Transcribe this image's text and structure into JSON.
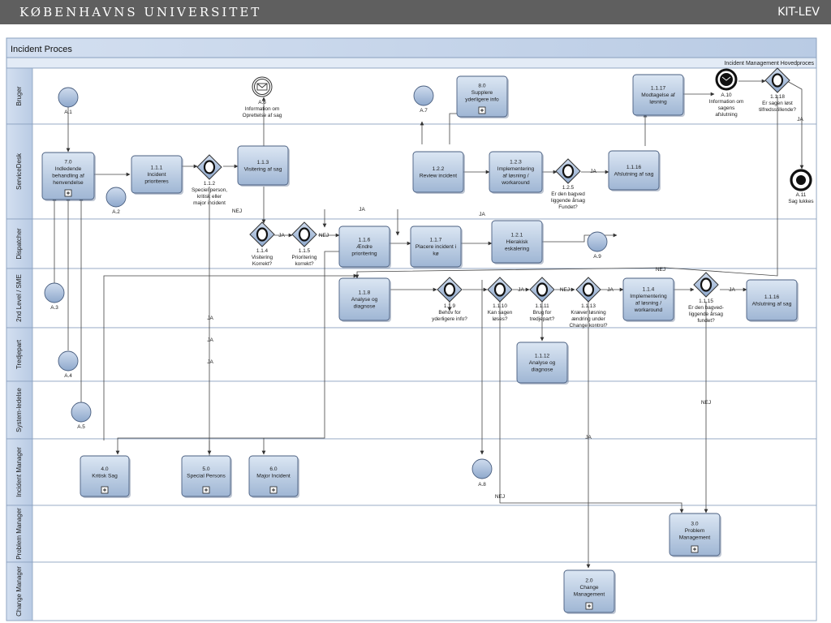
{
  "header": {
    "university": "KØBENHAVNS UNIVERSITET",
    "unit": "KIT-LEV"
  },
  "pool": {
    "title": "Incident Proces",
    "subtitle": "Incident Management Hovedproces"
  },
  "lanes": [
    {
      "id": "bruger",
      "label": "Bruger"
    },
    {
      "id": "servicedesk",
      "label": "ServiceDesk"
    },
    {
      "id": "dispatcher",
      "label": "Dispatcher"
    },
    {
      "id": "second",
      "label": "2nd Level / SME"
    },
    {
      "id": "tredje",
      "label": "Tredjepart"
    },
    {
      "id": "system",
      "label": "System-ledelse"
    },
    {
      "id": "incmgr",
      "label": "Incident Manager"
    },
    {
      "id": "probmgr",
      "label": "Problem Manager"
    },
    {
      "id": "chgmgr",
      "label": "Change Manager"
    }
  ],
  "tasks": [
    {
      "id": "t70",
      "lines": [
        "7.0",
        "Indledende",
        "behandling af",
        "henvendelse"
      ],
      "sub": true
    },
    {
      "id": "t111",
      "lines": [
        "1.1.1",
        "Incident",
        "prioriteres"
      ]
    },
    {
      "id": "t113",
      "lines": [
        "1.1.3",
        "Visitering af sag"
      ]
    },
    {
      "id": "t80",
      "lines": [
        "8.0",
        "Supplere",
        "yderligere info"
      ],
      "sub": true
    },
    {
      "id": "t122",
      "lines": [
        "1.2.2",
        "Review incident"
      ]
    },
    {
      "id": "t123",
      "lines": [
        "1.2.3",
        "Implementering",
        "af løsning /",
        "workaround"
      ]
    },
    {
      "id": "t1116a",
      "lines": [
        "1.1.16",
        "Afslutning af sag"
      ]
    },
    {
      "id": "t1117",
      "lines": [
        "1.1.17",
        "Modtagelse af",
        "løsning"
      ]
    },
    {
      "id": "t116",
      "lines": [
        "1.1.6",
        "Ændre",
        "prioritering"
      ]
    },
    {
      "id": "t117",
      "lines": [
        "1.1.7",
        "Placere incident i",
        "kø"
      ]
    },
    {
      "id": "t121",
      "lines": [
        "1.2.1",
        "Hierakisk",
        "eskalering"
      ]
    },
    {
      "id": "t118",
      "lines": [
        "1.1.8",
        "Analyse og",
        "diagnose"
      ]
    },
    {
      "id": "t114b",
      "lines": [
        "1.1.4",
        "Implementering",
        "af løsning /",
        "workaround"
      ]
    },
    {
      "id": "t1116b",
      "lines": [
        "1.1.16",
        "Afslutning af sag"
      ]
    },
    {
      "id": "t1112",
      "lines": [
        "1.1.12",
        "Analyse og",
        "diagnose"
      ]
    },
    {
      "id": "t40",
      "lines": [
        "4.0",
        "Kritisk Sag"
      ],
      "sub": true
    },
    {
      "id": "t50",
      "lines": [
        "5.0",
        "Special Persons"
      ],
      "sub": true
    },
    {
      "id": "t60",
      "lines": [
        "6.0",
        "Major Incident"
      ],
      "sub": true
    },
    {
      "id": "t30",
      "lines": [
        "3.0",
        "Problem",
        "Management"
      ],
      "sub": true
    },
    {
      "id": "t20",
      "lines": [
        "2.0",
        "Change",
        "Management"
      ],
      "sub": true
    }
  ],
  "events": [
    {
      "id": "a1",
      "label": [
        "A.1"
      ]
    },
    {
      "id": "a2",
      "label": [
        "A.2"
      ]
    },
    {
      "id": "a3",
      "label": [
        "A.3"
      ]
    },
    {
      "id": "a4",
      "label": [
        "A.4"
      ]
    },
    {
      "id": "a5",
      "label": [
        "A.5"
      ]
    },
    {
      "id": "a6",
      "label": [
        "A.6",
        "Information om",
        "Oprettelse af sag"
      ]
    },
    {
      "id": "a7",
      "label": [
        "A.7"
      ]
    },
    {
      "id": "a8",
      "label": [
        "A.8"
      ]
    },
    {
      "id": "a9",
      "label": [
        "A.9"
      ]
    },
    {
      "id": "a10",
      "label": [
        "A.10",
        "Information om",
        "sagens",
        "afslutning"
      ]
    },
    {
      "id": "a11",
      "label": [
        "A.11",
        "Sag lukkes"
      ]
    }
  ],
  "gateways": [
    {
      "id": "g112",
      "label": [
        "1.1.2",
        "Speciel person,",
        "kritisk eller",
        "major incident"
      ]
    },
    {
      "id": "g114",
      "label": [
        "1.1.4",
        "Visitering",
        "Korrekt?"
      ]
    },
    {
      "id": "g115",
      "label": [
        "1.1.5",
        "Prioritering",
        "korrekt?"
      ]
    },
    {
      "id": "g125",
      "label": [
        "1.2.5",
        "Er den bagved",
        "liggende årsag",
        "Fundet?"
      ]
    },
    {
      "id": "g1118",
      "label": [
        "1.1.18",
        "Er sagen løst",
        "tilfredsstillende?"
      ]
    },
    {
      "id": "g119",
      "label": [
        "1.1.9",
        "Behov for",
        "yderligere info?"
      ]
    },
    {
      "id": "g1110",
      "label": [
        "1.1.10",
        "Kan sagen",
        "løses?"
      ]
    },
    {
      "id": "g1111",
      "label": [
        "1.1.11",
        "Brug for",
        "tredjepart?"
      ]
    },
    {
      "id": "g1113",
      "label": [
        "1.1.13",
        "Kræver løsning",
        "ændring under",
        "Change kontrol?"
      ]
    },
    {
      "id": "g1115",
      "label": [
        "1.1.15",
        "Er den bagved-",
        "liggende årsag",
        "fundet?"
      ]
    }
  ],
  "flow_labels": {
    "ja": "JA",
    "nej": "NEJ"
  }
}
